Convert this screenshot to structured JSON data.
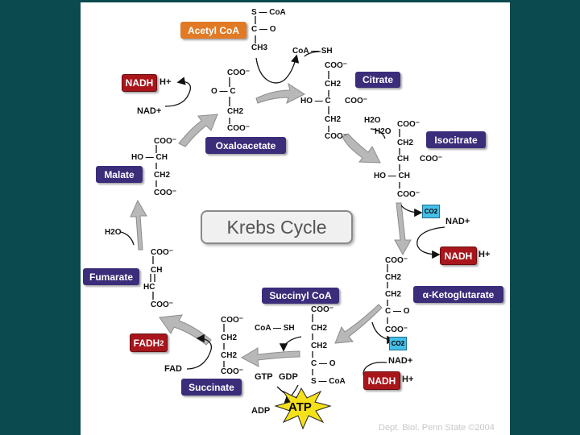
{
  "title": "Krebs Cycle",
  "credit": "Dept. Biol. Penn State ©2004",
  "compounds": {
    "acetyl_coa": "Acetyl CoA",
    "citrate": "Citrate",
    "isocitrate": "Isocitrate",
    "alpha_ketoglutarate": "α-Ketoglutarate",
    "succinyl_coa": "Succinyl CoA",
    "succinate": "Succinate",
    "fumarate": "Fumarate",
    "malate": "Malate",
    "oxaloacetate": "Oxaloacetate"
  },
  "carriers": {
    "nadh_top": "NADH",
    "nadh_mid": "NADH",
    "nadh_bottom": "NADH",
    "fadh2": "FADH",
    "fadh2_sub": "2",
    "atp": "ATP"
  },
  "small_labels": {
    "h_plus": "H+",
    "nad_plus": "NAD+",
    "fad": "FAD",
    "h2o": "H2O",
    "coa_sh": "CoA — SH",
    "gtp": "GTP",
    "gdp": "GDP",
    "adp": "ADP",
    "co2": "CO2"
  },
  "colors": {
    "background": "#0b4a4e",
    "compound_label": "#3b2d7a",
    "acetyl_label": "#e07a25",
    "carrier_label": "#a8161c",
    "co2": "#46bfe8",
    "atp_star": "#f5e11a",
    "arrow_fill": "#b8b8b8"
  },
  "structures": {
    "acetyl": {
      "s_coa": "S — CoA",
      "c_o": "C — O",
      "ch3": "CH3"
    },
    "coo": "COO⁻",
    "ch2": "CH2",
    "ch": "CH",
    "hc": "HC",
    "ho_ch": "HO — CH",
    "ho_c": "HO — C",
    "o_c": "O — C",
    "c_o": "C — O",
    "s_coa": "S — CoA"
  }
}
